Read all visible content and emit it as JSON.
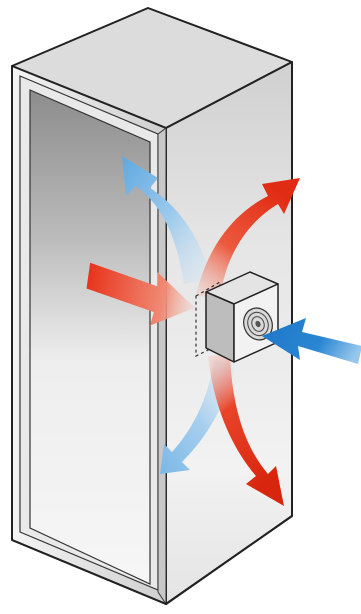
{
  "figure": {
    "subject": "enclosure-side-mounted-fan",
    "colors": {
      "background": "#ffffff",
      "outline": "#222222",
      "top": "#dcdcdc",
      "door_frame": "#e6e6e6",
      "door_glass_dark": "#8c8c8c",
      "door_glass_light": "#f4f4f4",
      "side_dark": "#9a9a9a",
      "side_light": "#e8e8e8",
      "fan_body": "#f2f2f2",
      "fan_side": "#bdbdbd",
      "hot_air": "#e8341c",
      "cool_air": "#2f8fd8",
      "cool_air_light": "#8ec3ea"
    },
    "airflow": [
      {
        "kind": "cool-intake",
        "color": "cool_air"
      },
      {
        "kind": "cool-rising",
        "color": "cool_air_light"
      },
      {
        "kind": "cool-falling",
        "color": "cool_air_light"
      },
      {
        "kind": "hot-rising",
        "color": "hot_air"
      },
      {
        "kind": "hot-falling",
        "color": "hot_air"
      },
      {
        "kind": "hot-entering",
        "color": "hot_air"
      }
    ]
  }
}
